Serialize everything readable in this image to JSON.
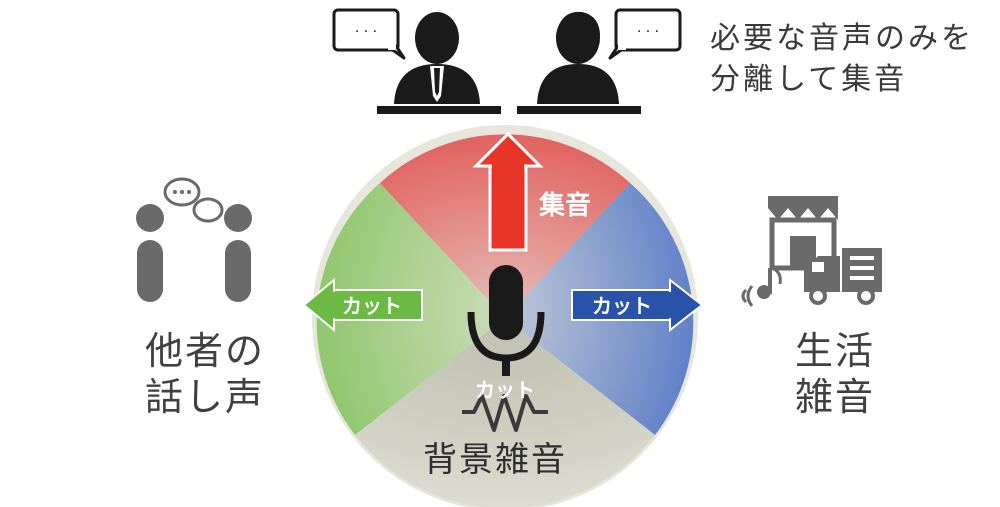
{
  "diagram": {
    "top_caption": [
      "必要な音声のみを",
      "分離して集音"
    ],
    "left_caption": [
      "他者の",
      "話し声"
    ],
    "right_caption": [
      "生活",
      "雑音"
    ],
    "bottom_caption": "背景雑音",
    "labels": {
      "collect": "集音",
      "cut_left": "カット",
      "cut_right": "カット",
      "cut_center": "カット"
    },
    "speech_bubble_text": "· · ·",
    "colors": {
      "red_sector": "#e14a4a",
      "green_sector": "#7bbf52",
      "blue_sector": "#4a6fc4",
      "gray_sector": "#b8b8a8",
      "arrow_red": "#e8352a",
      "arrow_green": "#6cb944",
      "arrow_blue": "#2a52a8",
      "icon_dark": "#1a1a1a",
      "icon_gray": "#6a6a6a"
    },
    "icons": [
      "speaker-person-icon",
      "speaker-person-icon",
      "conversation-icon",
      "store-icon",
      "music-note-icon",
      "truck-icon",
      "microphone-icon",
      "waveform-icon"
    ]
  }
}
